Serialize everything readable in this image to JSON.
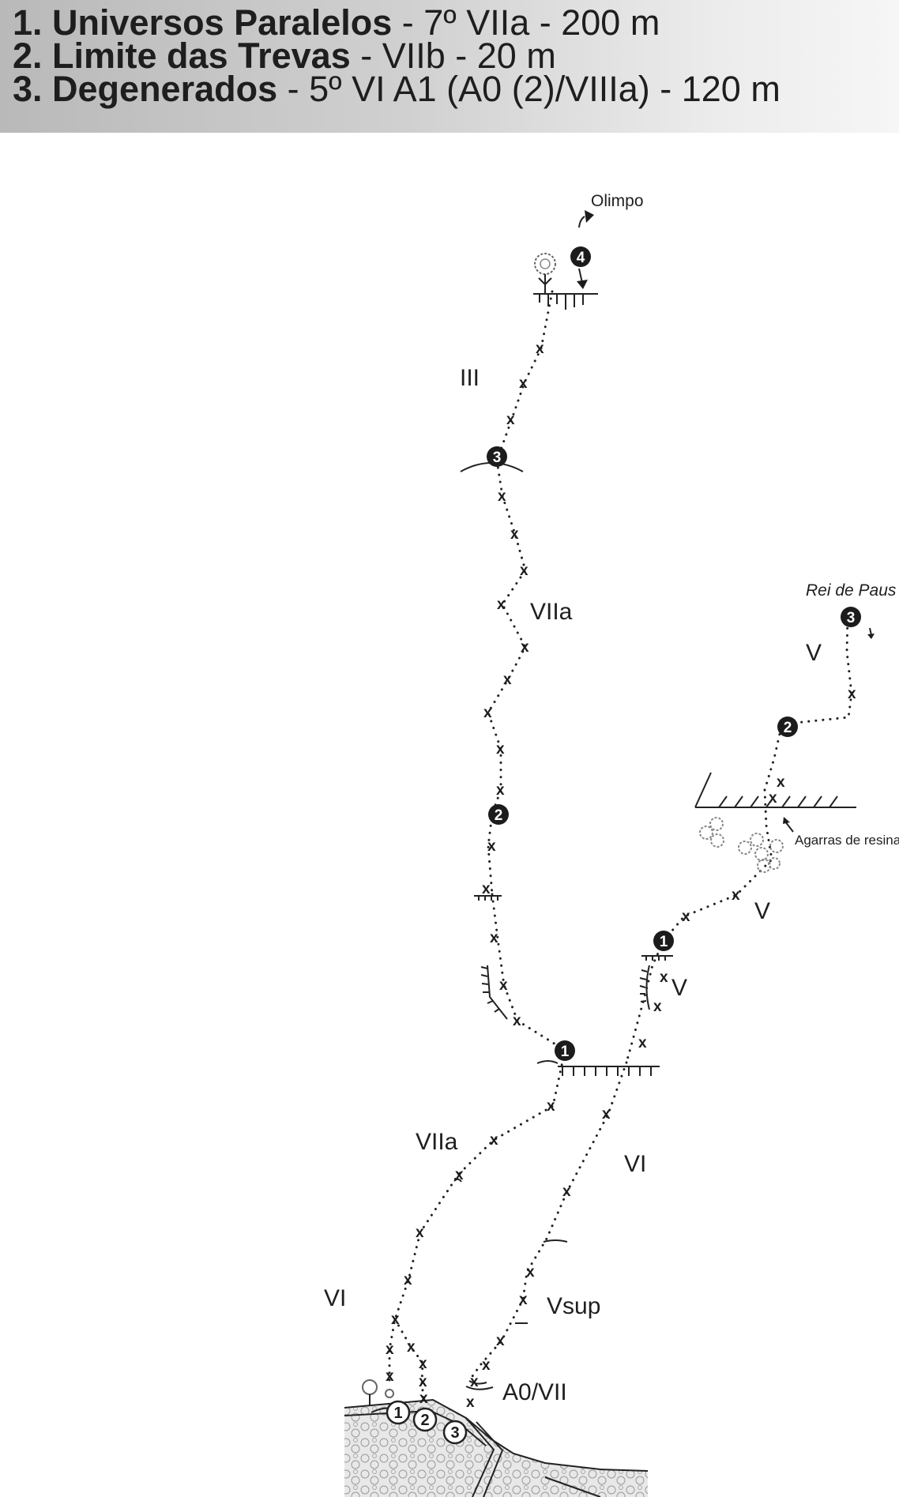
{
  "header": {
    "routes": [
      {
        "name": "1. Universos Paralelos",
        "detail": " - 7º VIIa - 200 m"
      },
      {
        "name": "2. Limite das Trevas",
        "detail": " - VIIb - 20 m"
      },
      {
        "name": "3. Degenerados",
        "detail": " - 5º VI A1 (A0 (2)/VIIIa) - 120 m"
      }
    ]
  },
  "topo": {
    "labels": {
      "olimpo": "Olimpo",
      "rei_de_paus": "Rei de Paus",
      "agarras": "Agarras de resina"
    },
    "grades": {
      "g_iii": "III",
      "g_viia_upper": "VIIa",
      "g_v_right_top": "V",
      "g_v_right_mid": "V",
      "g_v_right_low": "V",
      "g_viia_lower": "VIIa",
      "g_vi_center": "VI",
      "g_vi_left": "VI",
      "g_vsup": "Vsup",
      "g_a0vii": "A0/VII"
    },
    "belays": [
      "1",
      "2",
      "3",
      "4"
    ],
    "route_starts": [
      "1",
      "2",
      "3"
    ],
    "bolt_symbol": "x",
    "colors": {
      "ink": "#1c1c1c",
      "header_dark": "#b9b9b9",
      "header_light": "#f6f6f6",
      "rock_fill": "#e6e6e6"
    }
  }
}
